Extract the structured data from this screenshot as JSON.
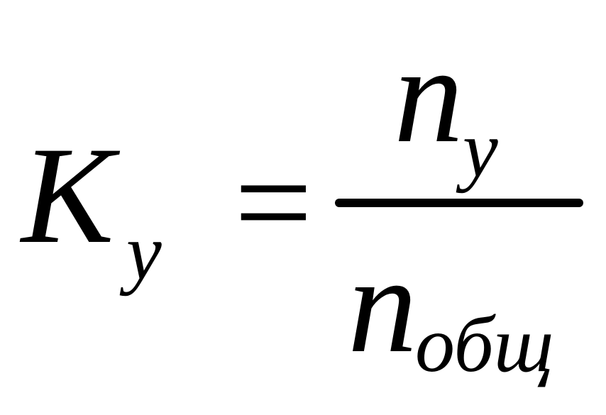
{
  "formula": {
    "lhs": {
      "symbol": "K",
      "subscript": "у"
    },
    "operator": "=",
    "numerator": {
      "symbol": "n",
      "subscript": "у"
    },
    "denominator": {
      "symbol": "n",
      "subscript": "общ"
    },
    "color": "#000000",
    "background": "#ffffff"
  }
}
